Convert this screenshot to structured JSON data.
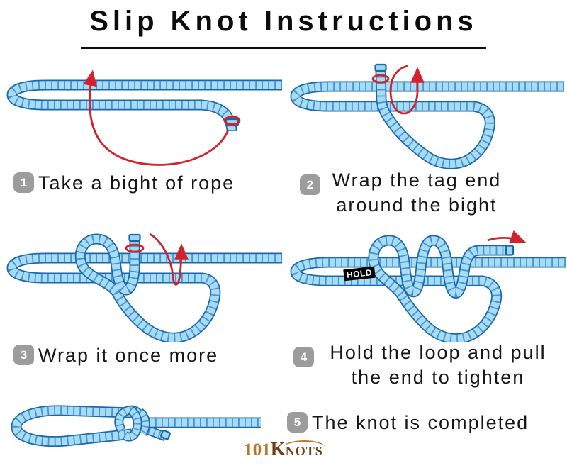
{
  "title": "Slip Knot Instructions",
  "steps": [
    {
      "num": "1",
      "line1": "Take a bight of rope",
      "line2": ""
    },
    {
      "num": "2",
      "line1": "Wrap the tag end",
      "line2": "around the bight"
    },
    {
      "num": "3",
      "line1": "Wrap it once more",
      "line2": ""
    },
    {
      "num": "4",
      "line1": "Hold the loop and pull",
      "line2": "the end to tighten"
    },
    {
      "num": "5",
      "line1": "The knot is completed",
      "line2": ""
    }
  ],
  "hold_label": "HOLD",
  "logo": {
    "part1": "101",
    "part2": "K",
    "part3": "NOTS"
  },
  "colors": {
    "rope_fill": "#a6dcf5",
    "rope_outline": "#1c67a9",
    "rope_segment": "#3787c8",
    "arrow_red": "#d2232d",
    "badge_gray": "#9c9c9c",
    "logo_brown": "#6b3f12",
    "logo_gold": "#b3762a",
    "title_black": "#0c0c0c"
  }
}
